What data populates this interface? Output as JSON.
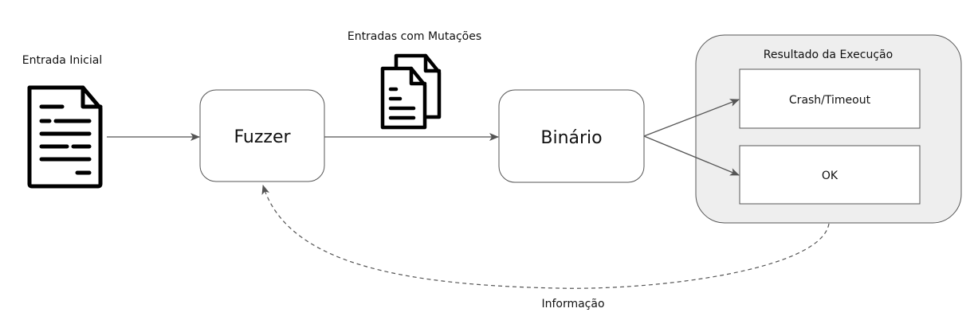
{
  "labels": {
    "initial_input": "Entrada Inicial",
    "mutated_inputs": "Entradas com Mutações",
    "information": "Informação"
  },
  "nodes": {
    "fuzzer": "Fuzzer",
    "binary": "Binário",
    "result_group": "Resultado da Execução",
    "crash": "Crash/Timeout",
    "ok": "OK"
  },
  "icons": {
    "initial_input": "document-icon",
    "mutated_inputs": "documents-icon"
  },
  "colors": {
    "stroke": "#555555",
    "group_fill": "#eeeeee",
    "icon": "#000000"
  }
}
